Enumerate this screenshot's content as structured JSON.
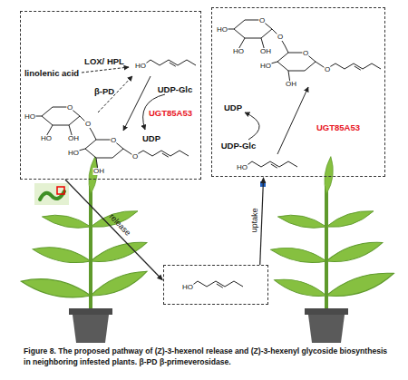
{
  "diagram": {
    "caption": "Figure 8. The proposed pathway of (Z)-3-hexenol release and (Z)-3-hexenyl glycoside biosynthesis in neighboring infested plants. β-PD β-primeverosidase.",
    "nodes": [
      {
        "text": [
          "linolenic acid",
          "LOX/ HPL",
          "HO",
          "β-PD",
          "UDP-Glc",
          "UGT85A53",
          "UDP",
          "HO",
          "HO",
          "OH",
          "O",
          "O",
          "HO",
          "OH",
          "O",
          "O"
        ]
      },
      {
        "text": [
          "HO",
          "HO",
          "OH",
          "O",
          "O",
          "HO",
          "OH",
          "O",
          "O",
          "UDP",
          "UDP-Glc",
          "UGT85A53",
          "HO"
        ]
      },
      {
        "text": [
          "HO"
        ]
      }
    ],
    "edges": [
      {
        "from": 0,
        "to": 2,
        "label": "release",
        "arrow": "to"
      },
      {
        "from": 2,
        "to": 1,
        "label": "uptake",
        "arrow": "to"
      }
    ]
  }
}
